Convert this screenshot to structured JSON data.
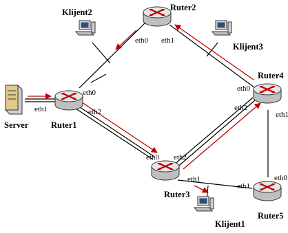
{
  "nodes": {
    "ruter1": "Ruter1",
    "ruter2": "Ruter2",
    "ruter3": "Ruter3",
    "ruter4": "Ruter4",
    "ruter5": "Ruter5",
    "server": "Server",
    "klijent1": "Klijent1",
    "klijent2": "Klijent2",
    "klijent3": "Klijent3"
  },
  "interfaces": {
    "r2_eth0": "eth0",
    "r2_eth1": "eth1",
    "r1_eth0": "eth0",
    "r1_eth1": "eth1",
    "r1_eth2": "eth2",
    "r4_eth0": "eth0",
    "r4_eth1": "eth1",
    "r4_eth2": "eth2",
    "r3_eth0": "eth0",
    "r3_eth1": "eth1",
    "r3_eth2": "eth2",
    "r5_eth0": "eth0",
    "r5_eth1": "eth1"
  },
  "colors": {
    "link": "#000000",
    "traffic_arrow": "#c00000",
    "router_body": "#d9d9d9",
    "router_arrow": "#c00000"
  }
}
